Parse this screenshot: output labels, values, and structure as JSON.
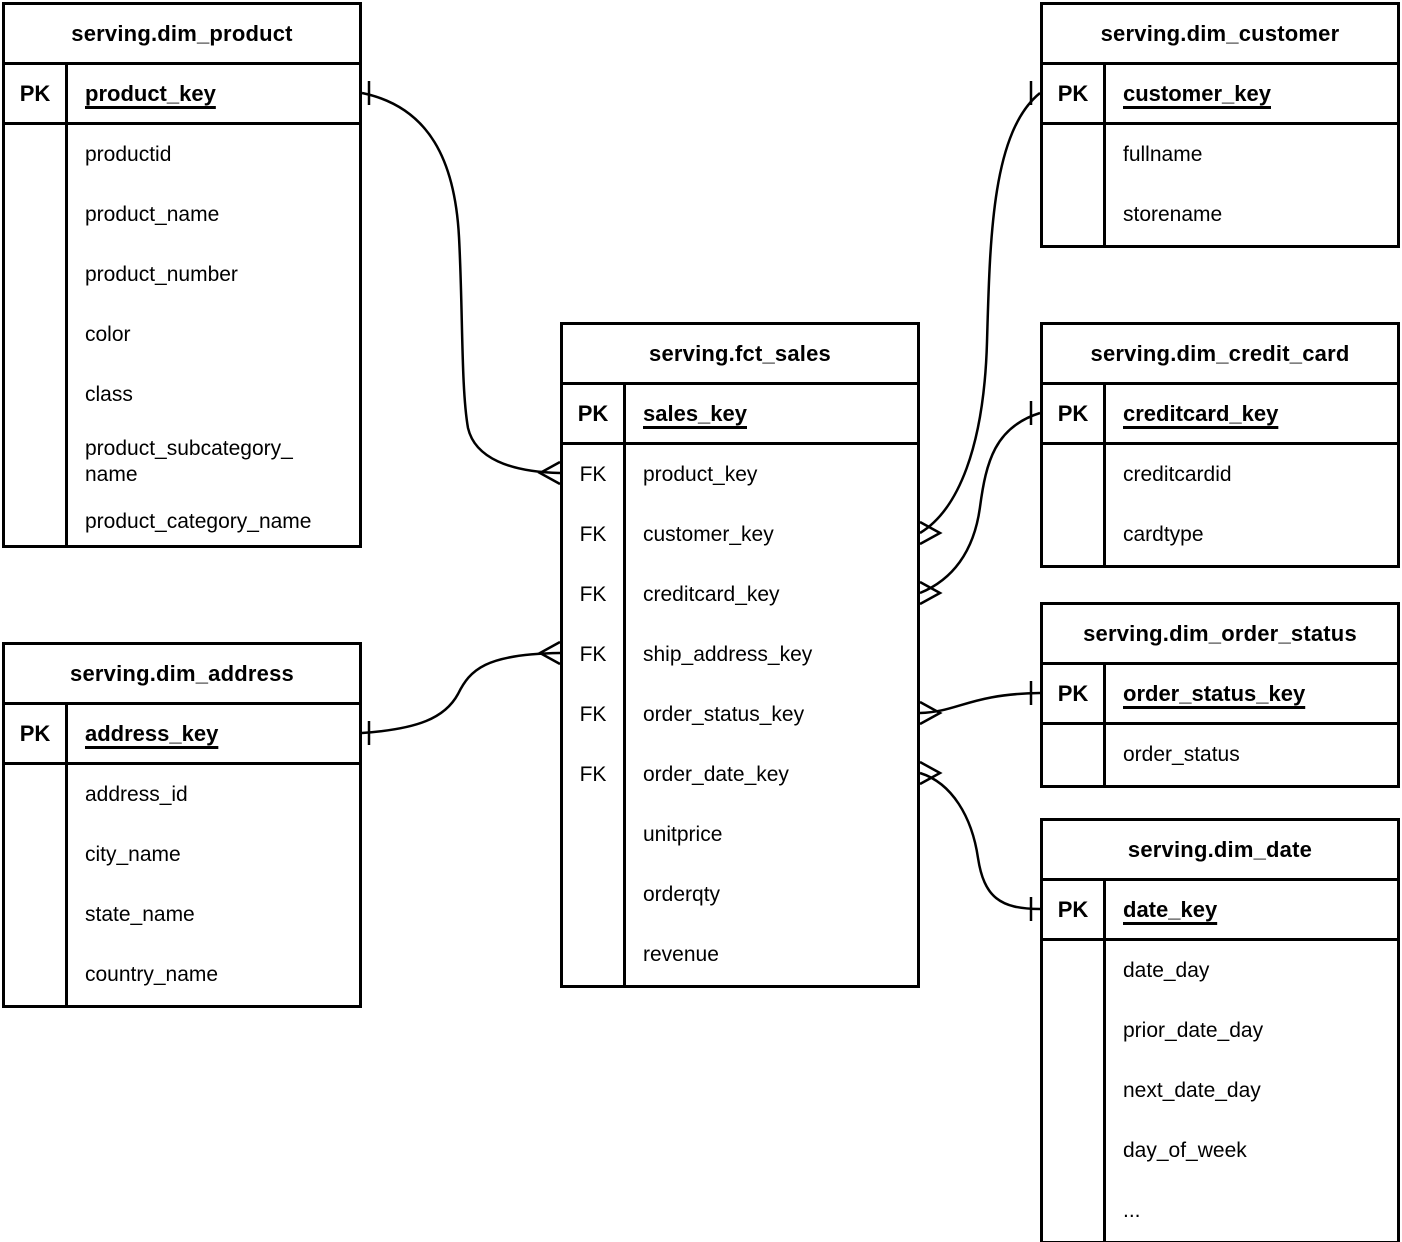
{
  "diagram": {
    "colors": {
      "line": "#000000",
      "background": "#ffffff",
      "text": "#000000"
    },
    "tables": [
      {
        "id": "dim_product",
        "title": "serving.dim_product",
        "pk": {
          "label": "PK",
          "name": "product_key"
        },
        "rows": [
          {
            "key": "",
            "name": "productid"
          },
          {
            "key": "",
            "name": "product_name"
          },
          {
            "key": "",
            "name": "product_number"
          },
          {
            "key": "",
            "name": "color"
          },
          {
            "key": "",
            "name": "class"
          },
          {
            "key": "",
            "name": "product_subcategory_\nname"
          },
          {
            "key": "",
            "name": "product_category_name"
          }
        ]
      },
      {
        "id": "dim_address",
        "title": "serving.dim_address",
        "pk": {
          "label": "PK",
          "name": "address_key"
        },
        "rows": [
          {
            "key": "",
            "name": "address_id"
          },
          {
            "key": "",
            "name": "city_name"
          },
          {
            "key": "",
            "name": "state_name"
          },
          {
            "key": "",
            "name": "country_name"
          }
        ]
      },
      {
        "id": "fct_sales",
        "title": "serving.fct_sales",
        "pk": {
          "label": "PK",
          "name": "sales_key"
        },
        "rows": [
          {
            "key": "FK",
            "name": "product_key"
          },
          {
            "key": "FK",
            "name": "customer_key"
          },
          {
            "key": "FK",
            "name": "creditcard_key"
          },
          {
            "key": "FK",
            "name": "ship_address_key"
          },
          {
            "key": "FK",
            "name": "order_status_key"
          },
          {
            "key": "FK",
            "name": "order_date_key"
          },
          {
            "key": "",
            "name": "unitprice"
          },
          {
            "key": "",
            "name": "orderqty"
          },
          {
            "key": "",
            "name": "revenue"
          }
        ]
      },
      {
        "id": "dim_customer",
        "title": "serving.dim_customer",
        "pk": {
          "label": "PK",
          "name": "customer_key"
        },
        "rows": [
          {
            "key": "",
            "name": "fullname"
          },
          {
            "key": "",
            "name": "storename"
          }
        ]
      },
      {
        "id": "dim_credit_card",
        "title": "serving.dim_credit_card",
        "pk": {
          "label": "PK",
          "name": "creditcard_key"
        },
        "rows": [
          {
            "key": "",
            "name": "creditcardid"
          },
          {
            "key": "",
            "name": "cardtype"
          }
        ]
      },
      {
        "id": "dim_order_status",
        "title": "serving.dim_order_status",
        "pk": {
          "label": "PK",
          "name": "order_status_key"
        },
        "rows": [
          {
            "key": "",
            "name": "order_status"
          }
        ]
      },
      {
        "id": "dim_date",
        "title": "serving.dim_date",
        "pk": {
          "label": "PK",
          "name": "date_key"
        },
        "rows": [
          {
            "key": "",
            "name": "date_day"
          },
          {
            "key": "",
            "name": "prior_date_day"
          },
          {
            "key": "",
            "name": "next_date_day"
          },
          {
            "key": "",
            "name": "day_of_week"
          },
          {
            "key": "",
            "name": "..."
          }
        ]
      }
    ],
    "relationships": [
      {
        "from_table": "serving.fct_sales",
        "from_field": "product_key",
        "to_table": "serving.dim_product",
        "to_field": "product_key",
        "cardinality": "many-to-one"
      },
      {
        "from_table": "serving.fct_sales",
        "from_field": "ship_address_key",
        "to_table": "serving.dim_address",
        "to_field": "address_key",
        "cardinality": "many-to-one"
      },
      {
        "from_table": "serving.fct_sales",
        "from_field": "customer_key",
        "to_table": "serving.dim_customer",
        "to_field": "customer_key",
        "cardinality": "many-to-one"
      },
      {
        "from_table": "serving.fct_sales",
        "from_field": "creditcard_key",
        "to_table": "serving.dim_credit_card",
        "to_field": "creditcard_key",
        "cardinality": "many-to-one"
      },
      {
        "from_table": "serving.fct_sales",
        "from_field": "order_status_key",
        "to_table": "serving.dim_order_status",
        "to_field": "order_status_key",
        "cardinality": "many-to-one"
      },
      {
        "from_table": "serving.fct_sales",
        "from_field": "order_date_key",
        "to_table": "serving.dim_date",
        "to_field": "date_key",
        "cardinality": "many-to-one"
      }
    ]
  }
}
